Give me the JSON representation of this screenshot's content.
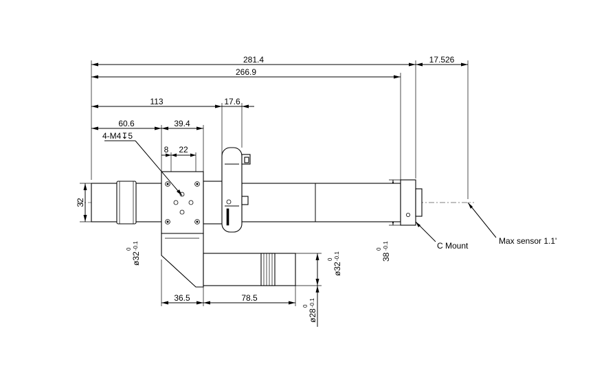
{
  "dimensions": {
    "overall_length": "281.4",
    "body_length": "266.9",
    "sensor_offset": "17.526",
    "to_knob": "113",
    "knob_width": "17.6",
    "to_mount_plate": "60.6",
    "plate_width": "39.4",
    "hole_offset": "8",
    "hole_pitch": "22",
    "front_dia": "32",
    "lower_offset": "36.5",
    "lower_length": "78.5"
  },
  "tolerances": {
    "upper": "0",
    "lower": "-0.1"
  },
  "diameters": {
    "front": "32",
    "main": "32",
    "lower_barrel": "28",
    "rear": "38"
  },
  "callouts": {
    "thread": "4-M4",
    "thread_depth": "5",
    "c_mount": "C Mount",
    "max_sensor": "Max sensor 1.1'"
  },
  "symbols": {
    "diameter": "ø",
    "depth": "↧"
  }
}
